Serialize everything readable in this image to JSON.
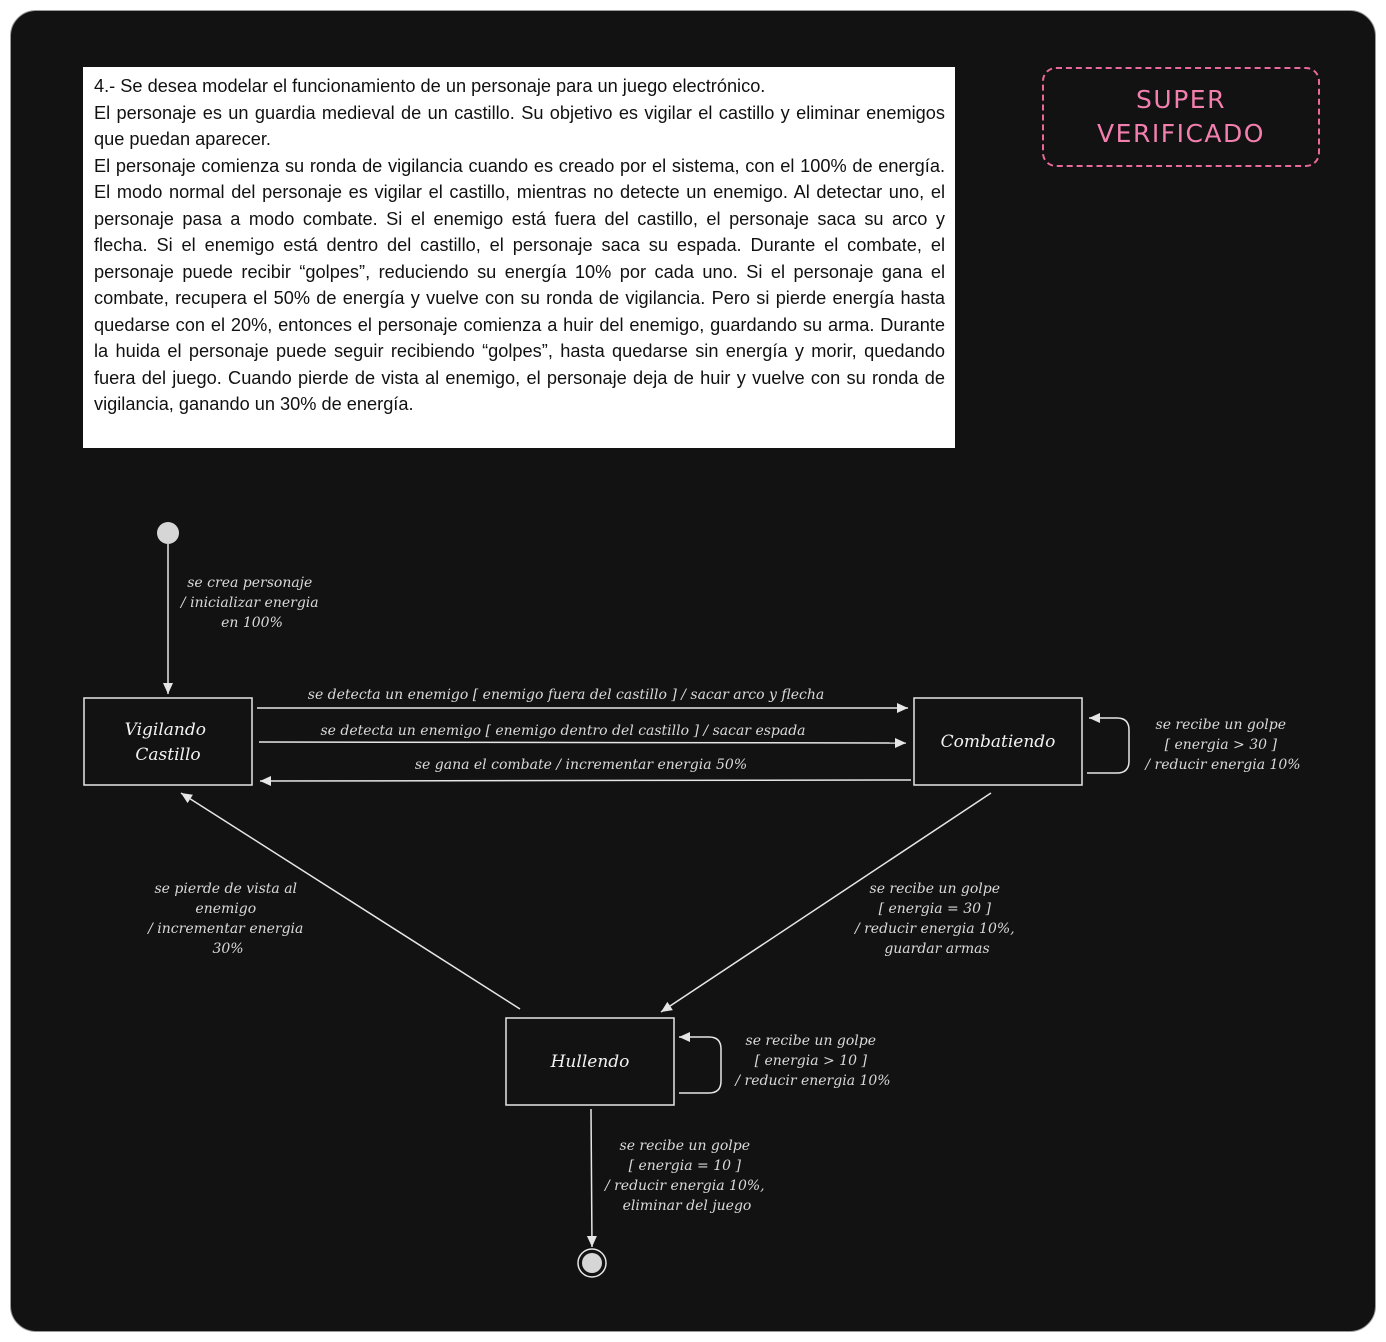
{
  "statement": {
    "heading": "4.- Se desea modelar el funcionamiento de un personaje para un juego electrónico.",
    "paragraph1": "El personaje es un guardia medieval de un castillo. Su objetivo es vigilar el castillo y eliminar enemigos que puedan aparecer.",
    "paragraph2": "El personaje comienza su ronda de vigilancia cuando es creado por el sistema, con el 100% de energía. El modo normal del personaje es vigilar el castillo, mientras no detecte un enemigo. Al detectar uno, el personaje pasa a modo combate. Si el enemigo está fuera del castillo, el personaje saca su arco y flecha. Si el enemigo está dentro del castillo, el personaje saca su espada. Durante el combate, el personaje puede recibir “golpes”, reduciendo su energía 10% por cada uno. Si el personaje gana el combate, recupera el 50% de energía y vuelve con su ronda de vigilancia. Pero si pierde energía hasta quedarse con el 20%, entonces el personaje comienza a huir del enemigo, guardando su arma. Durante la huida el personaje puede seguir recibiendo “golpes”, hasta quedarse sin energía y morir, quedando fuera del juego. Cuando pierde de vista al enemigo, el personaje deja de huir y vuelve con su ronda de vigilancia, ganando un 30% de energía."
  },
  "stamp": {
    "line1": "SUPER",
    "line2": "VERIFICADO",
    "color": "#f27fae"
  },
  "diagram": {
    "states": {
      "vigilando_line1": "Vigilando",
      "vigilando_line2": "Castillo",
      "combatiendo": "Combatiendo",
      "huyendo": "Hullendo"
    },
    "transitions": {
      "creation": [
        "se crea personaje",
        "/ inicializar energia",
        "en 100%"
      ],
      "detect_outside": "se detecta un enemigo  [ enemigo fuera del castillo ] / sacar arco y flecha",
      "detect_inside": "se detecta un enemigo [ enemigo dentro del castillo ] / sacar espada",
      "win_combat": "se gana el combate / incrementar energia 50%",
      "combat_self": [
        "se recibe un golpe",
        "[ energia > 30 ]",
        "/ reducir energia 10%"
      ],
      "lose_sight": [
        "se pierde de vista al",
        "enemigo",
        "/ incrementar energia",
        "30%"
      ],
      "start_fleeing": [
        "se recibe un golpe",
        "[ energia = 30 ]",
        "/ reducir energia 10%,",
        "guardar armas"
      ],
      "flee_self": [
        "se recibe un golpe",
        "[ energia > 10 ]",
        "/ reducir energia 10%"
      ],
      "die": [
        "se recibe un golpe",
        "[ energia = 10 ]",
        "/ reducir energia 10%,",
        "eliminar del juego"
      ]
    }
  },
  "colors": {
    "background": "#121212",
    "stroke": "#e6e6e6",
    "text": "#d9d9d9"
  }
}
